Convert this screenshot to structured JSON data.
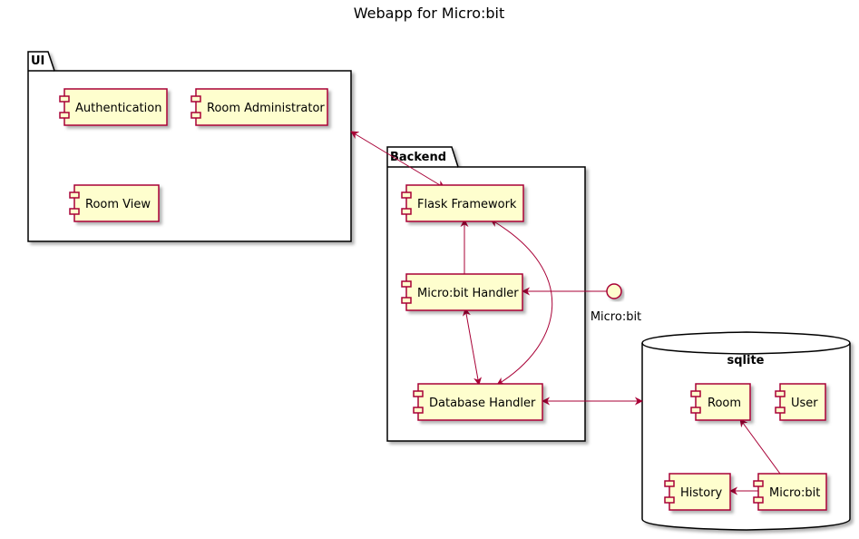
{
  "diagram": {
    "title": "Webapp for Micro:bit",
    "packages": {
      "ui": "UI",
      "backend": "Backend",
      "sqlite": "sqlite"
    },
    "components": {
      "authentication": "Authentication",
      "room_administrator": "Room Administrator",
      "room_view": "Room View",
      "flask_framework": "Flask Framework",
      "microbit_handler": "Micro:bit Handler",
      "database_handler": "Database Handler",
      "room": "Room",
      "user": "User",
      "history": "History",
      "microbit": "Micro:bit"
    },
    "interfaces": {
      "microbit": "Micro:bit"
    }
  },
  "colors": {
    "component_fill": "#FEFECE",
    "component_border": "#A80036",
    "edge": "#A80036",
    "frame_border": "#000000"
  }
}
